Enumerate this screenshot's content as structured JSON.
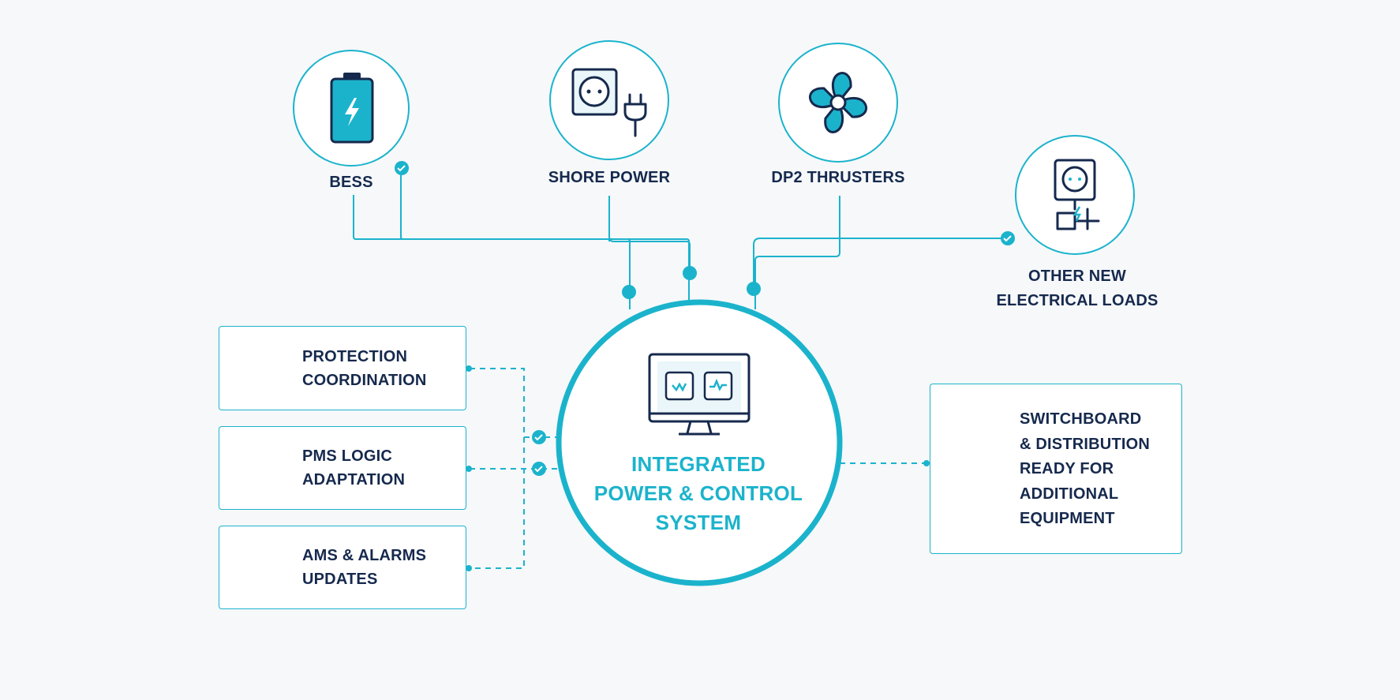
{
  "nodes": {
    "bess": {
      "label": "BESS",
      "icon": "battery-icon"
    },
    "shore_power": {
      "label": "SHORE POWER",
      "icon": "socket-plug-icon"
    },
    "dp2_thrusters": {
      "label": "DP2 THRUSTERS",
      "icon": "fan-icon"
    },
    "other_loads": {
      "label_line1": "OTHER NEW",
      "label_line2": "ELECTRICAL LOADS",
      "icon": "outlet-icon"
    }
  },
  "center": {
    "line1": "INTEGRATED",
    "line2": "POWER & CONTROL",
    "line3": "SYSTEM",
    "icon": "monitor-icon"
  },
  "left_boxes": [
    {
      "line1": "PROTECTION",
      "line2": "COORDINATION",
      "icon": "shield-check-icon"
    },
    {
      "line1": "PMS LOGIC",
      "line2": "ADAPTATION",
      "icon": "sliders-icon"
    },
    {
      "line1": "AMS & ALARMS",
      "line2": "UPDATES",
      "icon": "bell-icon"
    }
  ],
  "right_box": {
    "line1": "SWITCHBOARD",
    "line2": "& DISTRIBUTION",
    "line3": "READY FOR",
    "line4": "ADDITIONAL",
    "line5": "EQUIPMENT",
    "icon": "switchboard-cabinet-icon"
  },
  "colors": {
    "accent": "#1bb3cc",
    "text": "#16294d",
    "background": "#f6f8fa"
  }
}
